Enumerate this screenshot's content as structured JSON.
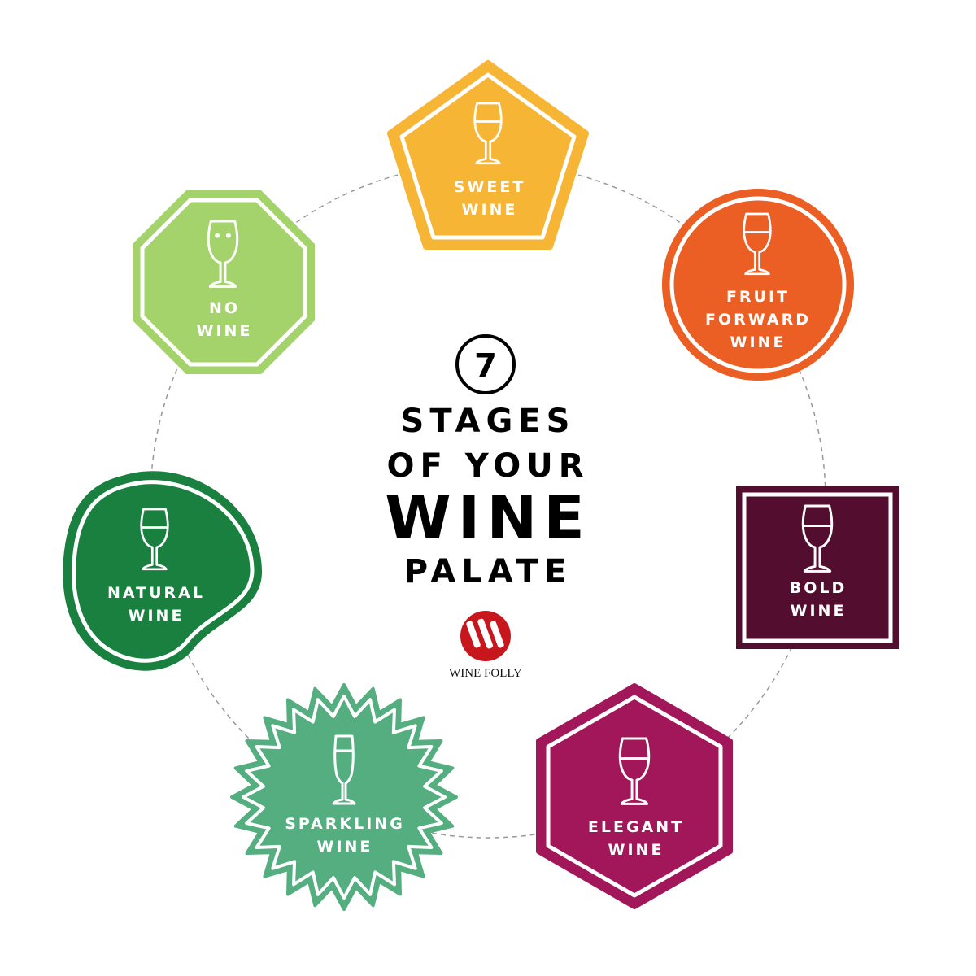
{
  "title": {
    "number": "7",
    "line1": "STAGES",
    "line2": "OF YOUR",
    "line3": "WINE",
    "line4": "PALATE"
  },
  "logo": {
    "text": "WINE FOLLY",
    "color": "#C8161D"
  },
  "stages": [
    {
      "line1": "SWEET",
      "line2": "WINE",
      "color": "#F6B535",
      "shape": "pentagon",
      "icon": "wine-glass-icon"
    },
    {
      "line1": "FRUIT",
      "line2": "FORWARD",
      "line3": "WINE",
      "color": "#EB5E24",
      "shape": "circle",
      "icon": "wine-glass-icon"
    },
    {
      "line1": "BOLD",
      "line2": "WINE",
      "color": "#530E2F",
      "shape": "square",
      "icon": "wine-glass-icon"
    },
    {
      "line1": "ELEGANT",
      "line2": "WINE",
      "color": "#A2175A",
      "shape": "hexagon",
      "icon": "wine-glass-icon"
    },
    {
      "line1": "SPARKLING",
      "line2": "WINE",
      "color": "#54AE80",
      "shape": "starburst",
      "icon": "champagne-flute-icon"
    },
    {
      "line1": "NATURAL",
      "line2": "WINE",
      "color": "#1A8040",
      "shape": "blob",
      "icon": "wine-glass-icon"
    },
    {
      "line1": "NO",
      "line2": "WINE",
      "color": "#A3D36A",
      "shape": "octagon",
      "icon": "empty-glass-with-eyes-icon"
    }
  ]
}
